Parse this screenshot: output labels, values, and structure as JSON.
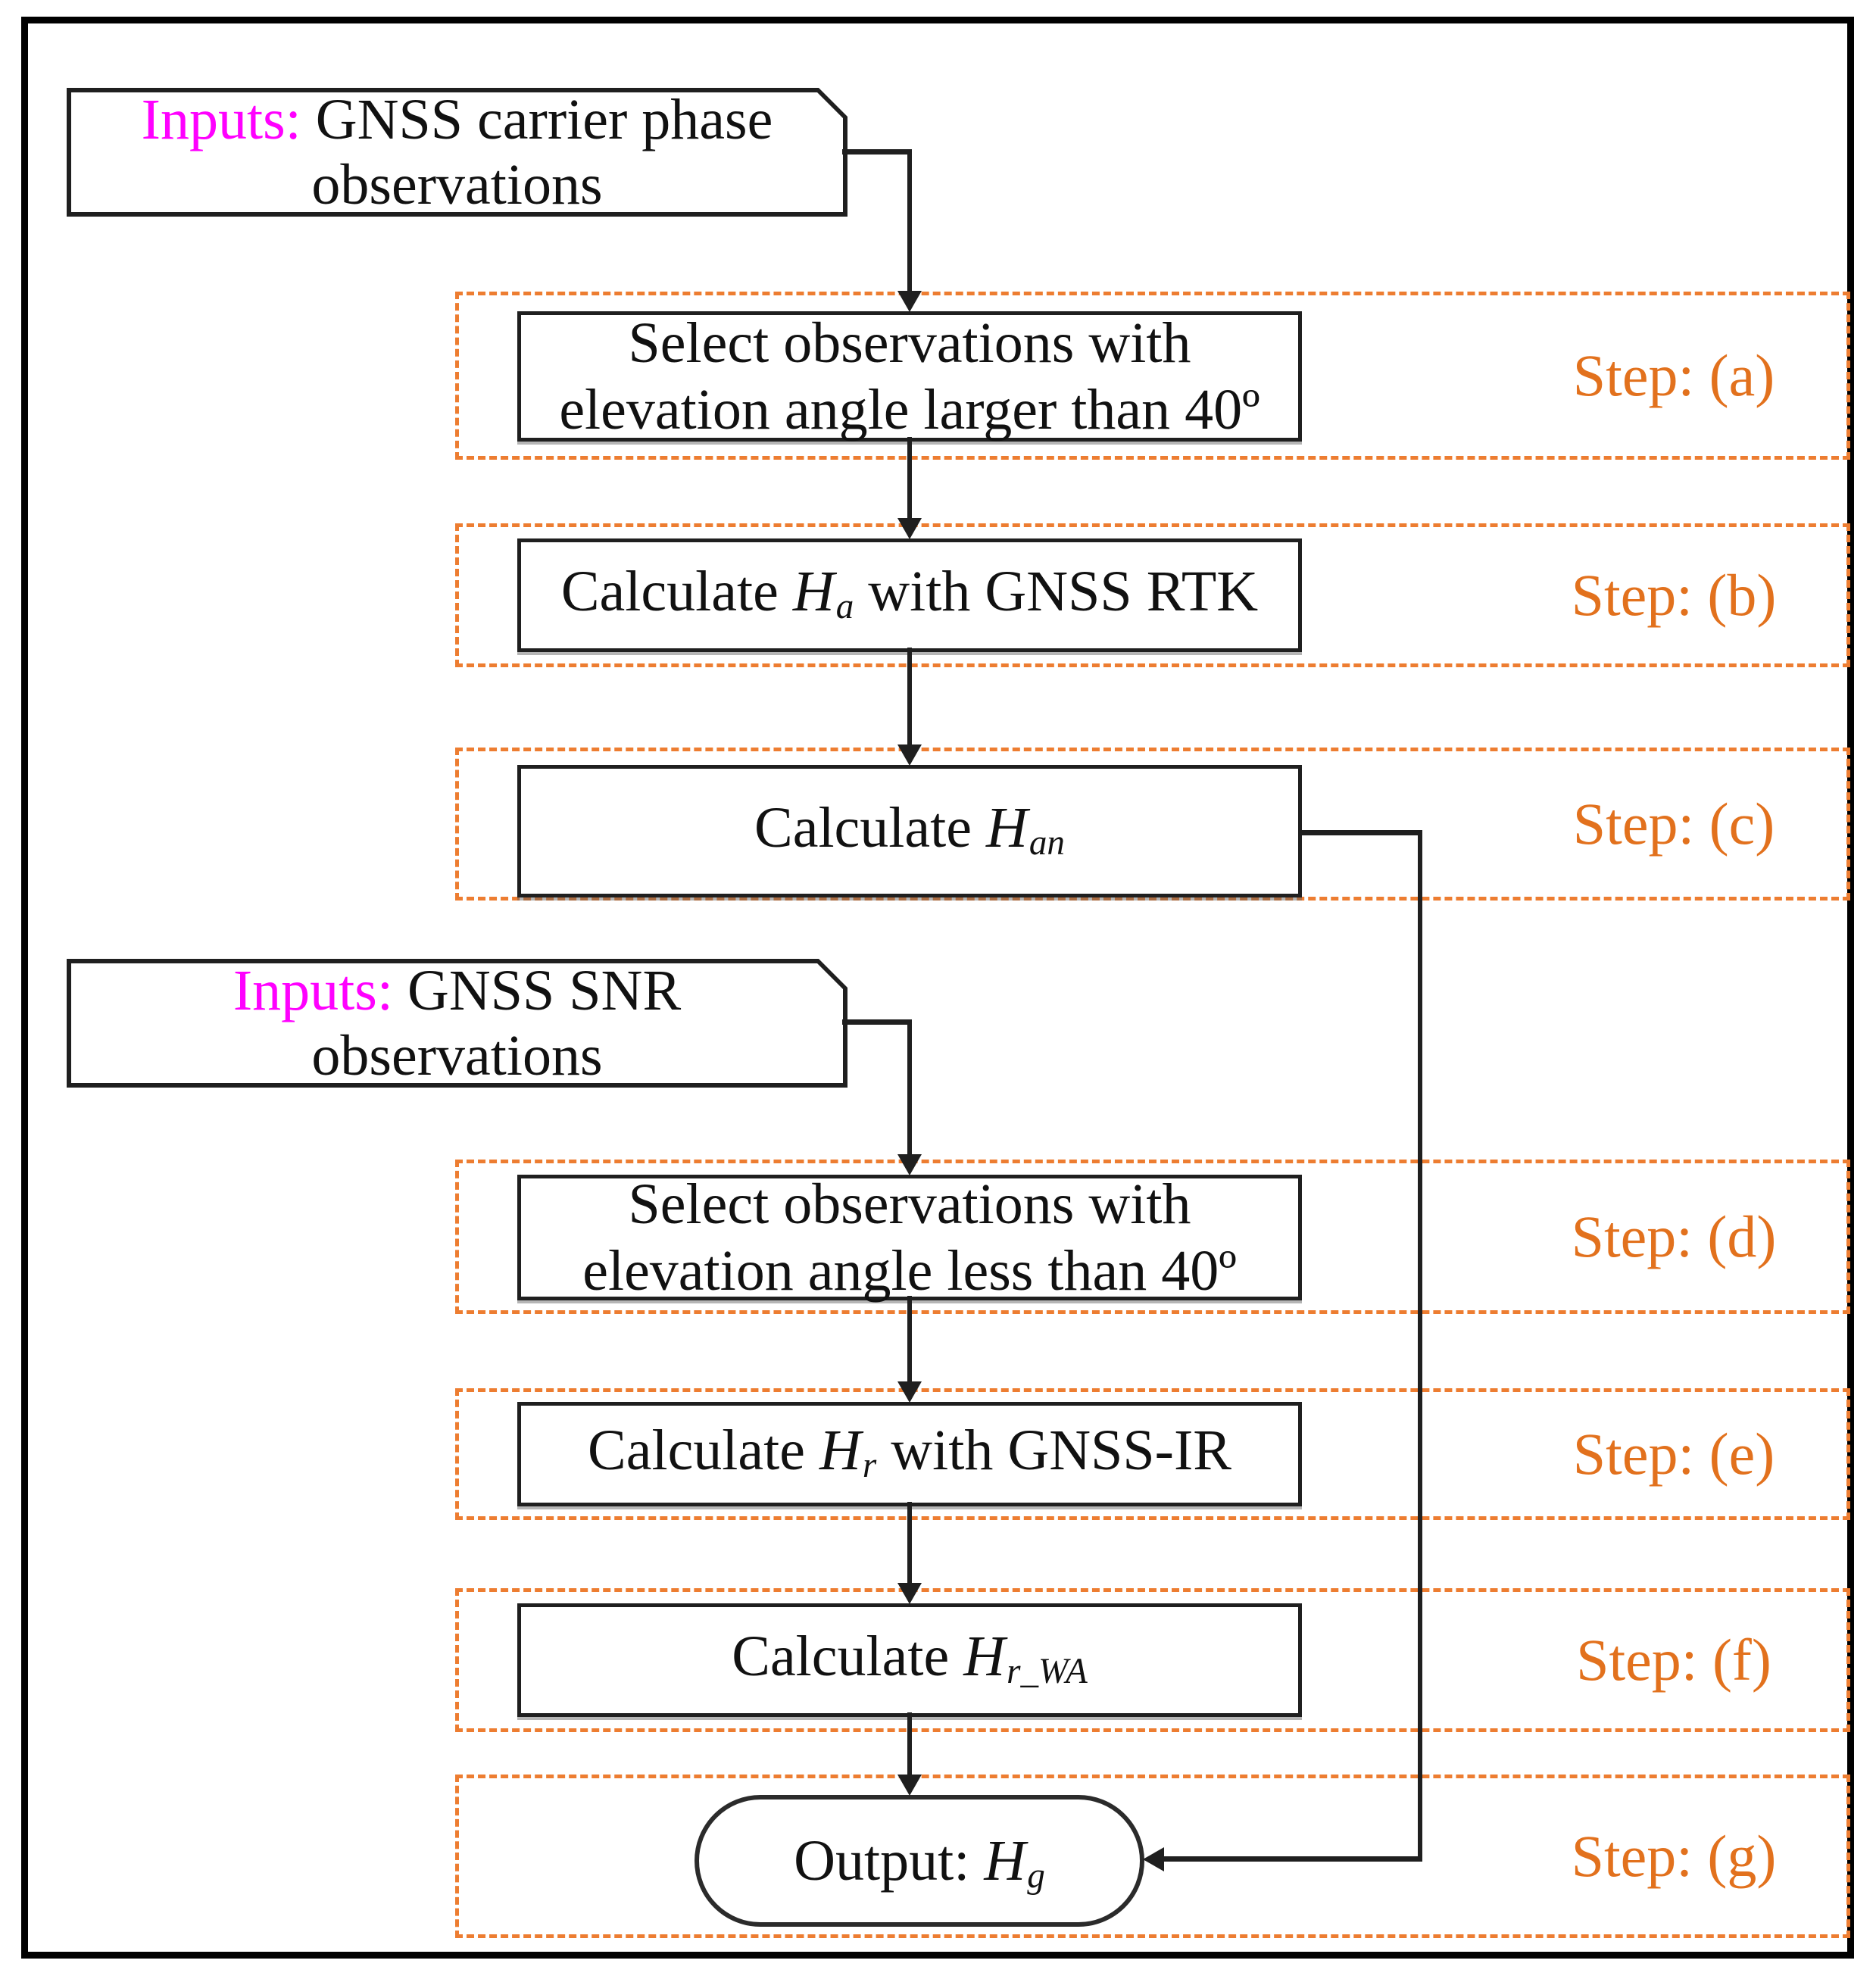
{
  "figure": {
    "type": "flowchart",
    "colors": {
      "step_accent_orange": "#E2711D",
      "dashed_border_orange": "#ED7D31",
      "inputs_magenta": "#FF00FF",
      "line_black": "#1f1f1f"
    }
  },
  "inputs": [
    {
      "label_prefix": "Inputs:",
      "label_text": " GNSS carrier phase observations"
    },
    {
      "label_prefix": "Inputs:",
      "label_text": " GNSS SNR observations"
    }
  ],
  "steps": [
    {
      "label": "Step: (a)",
      "box_line1": "Select observations with",
      "box_line2": "elevation angle larger than 40º"
    },
    {
      "label": "Step: (b)",
      "box_prefix": "Calculate ",
      "box_var": "H",
      "box_sub": "a",
      "box_suffix": " with GNSS RTK"
    },
    {
      "label": "Step: (c)",
      "box_prefix": "Calculate ",
      "box_var": "H",
      "box_sub": "an",
      "box_suffix": ""
    },
    {
      "label": "Step: (d)",
      "box_line1": "Select observations with",
      "box_line2": "elevation angle less than 40º"
    },
    {
      "label": "Step: (e)",
      "box_prefix": "Calculate ",
      "box_var": "H",
      "box_sub": "r",
      "box_suffix": " with GNSS-IR"
    },
    {
      "label": "Step: (f)",
      "box_prefix": "Calculate ",
      "box_var": "H",
      "box_sub": "r_WA",
      "box_suffix": ""
    },
    {
      "label": "Step: (g)",
      "box_prefix": "Output: ",
      "box_var": "H",
      "box_sub": "g",
      "box_suffix": ""
    }
  ]
}
